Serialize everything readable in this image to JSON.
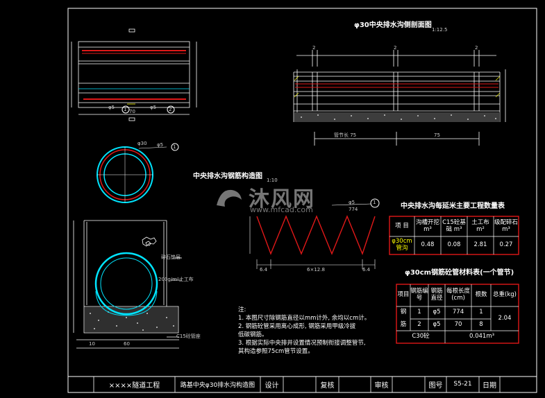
{
  "titles": {
    "side_section": "φ30中央排水沟侧剖面图",
    "side_section_scale": "1:12.5",
    "rebar_structure": "中央排水沟钢筋构造图",
    "rebar_scale": "1:10",
    "quantity_table": "中央排水沟每延米主要工程数量表",
    "material_table": "φ30cm钢筋砼管材料表(一个管节)"
  },
  "labels": {
    "pipe_dia_tag": "φ30",
    "rebar_tag": "φ5",
    "rebar_len": "774",
    "rebar_num": "1",
    "rebar_num2": "2",
    "gravel": "碎石垫层",
    "geotextile": "200g/m²土工布",
    "c15": "C15砼管座",
    "pipe_len_left": "管节长 75",
    "pipe_len_right": "75",
    "dim_70": "70",
    "dim_10": "10",
    "dim_6": "6.4",
    "dim_spacing": "6×12.8",
    "dim_60": "60",
    "dim_2": "2"
  },
  "quantity_table": {
    "headers": [
      "项 目",
      "沟槽开挖 m³",
      "C15砼基础 m³",
      "土工布 m²",
      "级配碎石 m³"
    ],
    "row_label": "φ30cm 管沟",
    "values": [
      "0.48",
      "0.08",
      "2.81",
      "0.27"
    ]
  },
  "material_table": {
    "headers": [
      "项目",
      "钢筋编号",
      "钢筋直径",
      "每根长度(cm)",
      "根数",
      "总重(kg)"
    ],
    "group_label_top": "钢",
    "group_label_bottom": "筋",
    "rows": [
      [
        "1",
        "φ5",
        "774",
        "1"
      ],
      [
        "2",
        "φ5",
        "70",
        "8"
      ]
    ],
    "total_weight": "2.04",
    "concrete_label": "C30砼",
    "concrete_value": "0.041m³"
  },
  "notes": {
    "head": "注:",
    "lines": [
      "1. 本图尺寸除钢筋直径以mm计外, 余均以cm计。",
      "2. 钢筋砼管采用离心成形, 钢筋采用甲级冷拔",
      "   低碳钢筋。",
      "3. 根据实际中央排井设置情况预制衔接调整管节,",
      "   其构造参照75cm管节设置。"
    ]
  },
  "watermark": {
    "brand": "沐风网",
    "url": "www.mfcad.com"
  },
  "title_block": {
    "project": "××××隧道工程",
    "drawing": "路基中央φ30排水沟构造图",
    "design": "设计",
    "review": "复核",
    "approve": "审核",
    "drawing_no_label": "图号",
    "drawing_no": "S5-21",
    "date": "日期"
  },
  "colors": {
    "red": "#e01818",
    "cyan": "#00e5ff",
    "yellow": "#ffff00",
    "white": "#ffffff"
  }
}
